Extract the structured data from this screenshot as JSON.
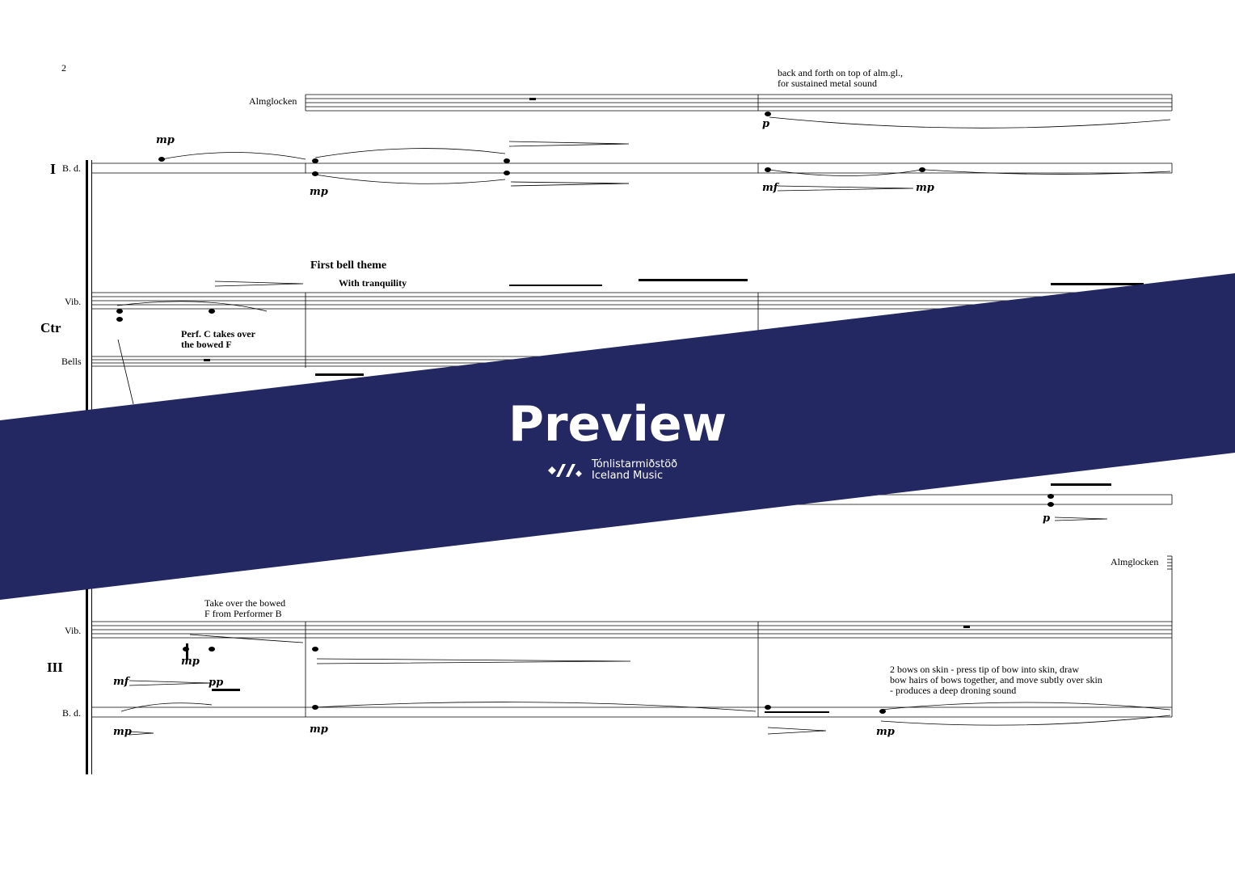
{
  "page_number": "2",
  "instruments": {
    "almglocken": "Almglocken",
    "bass_drum": "B. d.",
    "vibraphone": "Vib.",
    "bells": "Bells",
    "group_1": "I",
    "group_ctr": "Ctr",
    "group_3": "III",
    "almglocken_lower": "Almglocken"
  },
  "annotations": {
    "back_and_forth": [
      "back and forth on top of alm.gl.,",
      "for sustained metal sound"
    ],
    "first_bell_theme": "First bell theme",
    "with_tranquility": "With tranquility",
    "perf_c": [
      "Perf. C takes over",
      "the bowed F"
    ],
    "take_over": [
      "Take over the bowed",
      "F from Performer B"
    ],
    "two_bows": [
      "2 bows on skin - press tip of bow into skin, draw",
      "bow hairs of bows together, and move subtly over skin",
      "- produces a deep droning sound"
    ]
  },
  "dynamics": {
    "p_alm": "p",
    "mp1": "mp",
    "mp2": "mp",
    "mf1": "mf",
    "mp3": "mp",
    "p_low": "p",
    "mp4": "mp",
    "mf2": "mf",
    "pp": "pp",
    "mp5": "mp",
    "mp6": "mp",
    "mp7": "mp"
  },
  "banner": {
    "title": "Preview",
    "brand_line1": "Tónlistarmiðstöð",
    "brand_line2": "Iceland Music",
    "color": "#232862"
  }
}
